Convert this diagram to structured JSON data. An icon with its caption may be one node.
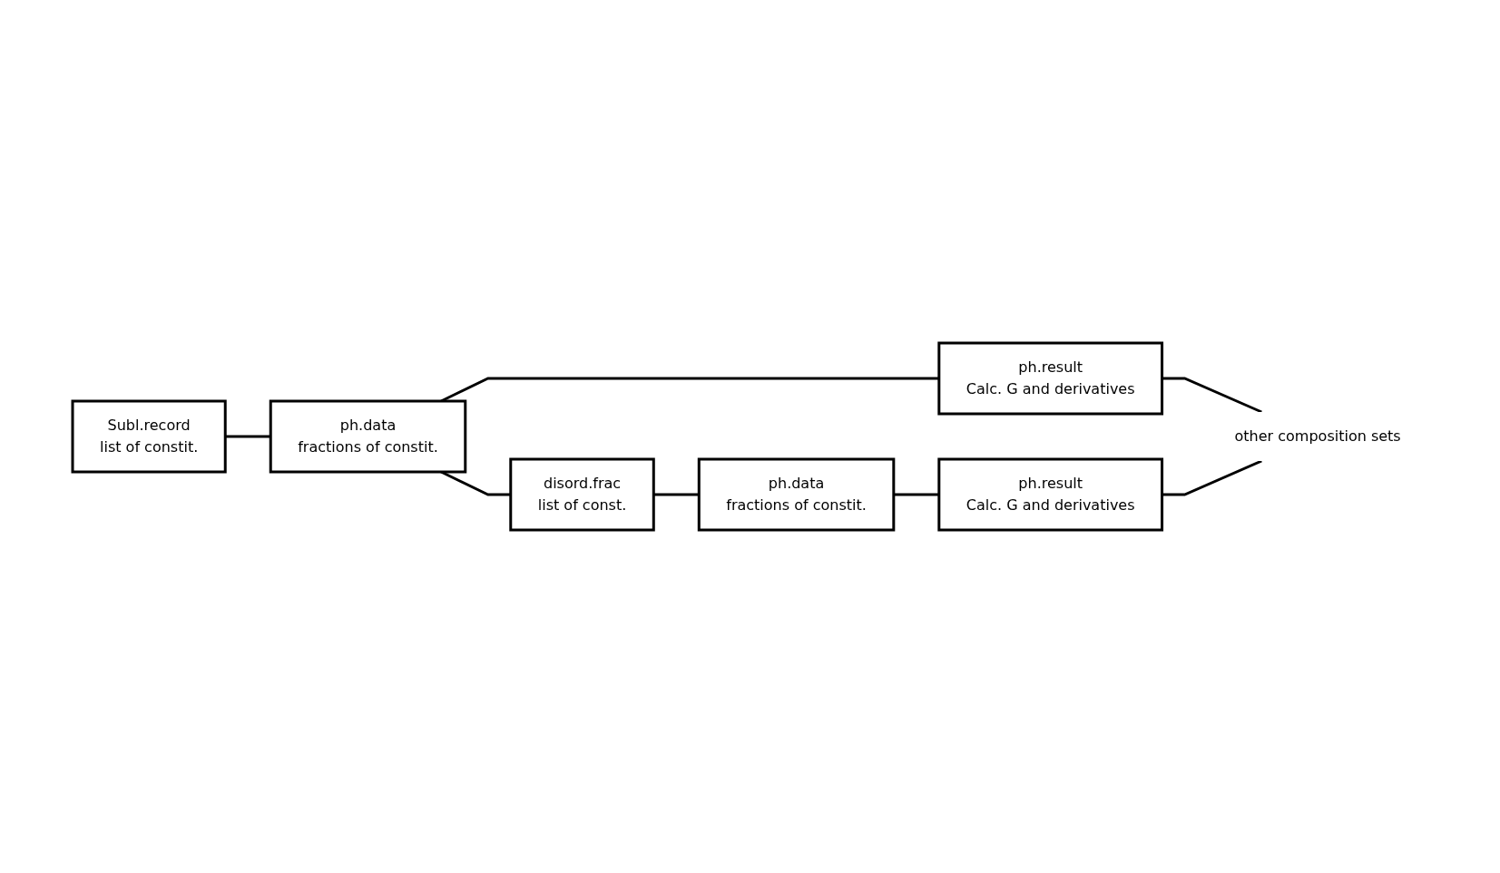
{
  "diagram": {
    "nodes": [
      {
        "text": [
          "Subl.record",
          "list of constit."
        ]
      },
      {
        "text": [
          "ph.data",
          "fractions of constit."
        ]
      },
      {
        "text": [
          "ph.result",
          "Calc. G and derivatives"
        ]
      },
      {
        "text": [
          "disord.frac",
          "list of const."
        ]
      },
      {
        "text": [
          "ph.data",
          "fractions of constit."
        ]
      },
      {
        "text": [
          "ph.result",
          "Calc. G and derivatives"
        ]
      },
      {
        "text": [
          "other composition sets"
        ]
      }
    ],
    "edges": [
      {
        "from": 0,
        "to": 1,
        "arrow": "none"
      },
      {
        "from": 1,
        "to": 2,
        "arrow": "none"
      },
      {
        "from": 1,
        "to": 3,
        "arrow": "none"
      },
      {
        "from": 3,
        "to": 4,
        "arrow": "none"
      },
      {
        "from": 4,
        "to": 5,
        "arrow": "none"
      },
      {
        "from": 2,
        "to": 6,
        "arrow": "none"
      },
      {
        "from": 5,
        "to": 6,
        "arrow": "none"
      }
    ]
  }
}
